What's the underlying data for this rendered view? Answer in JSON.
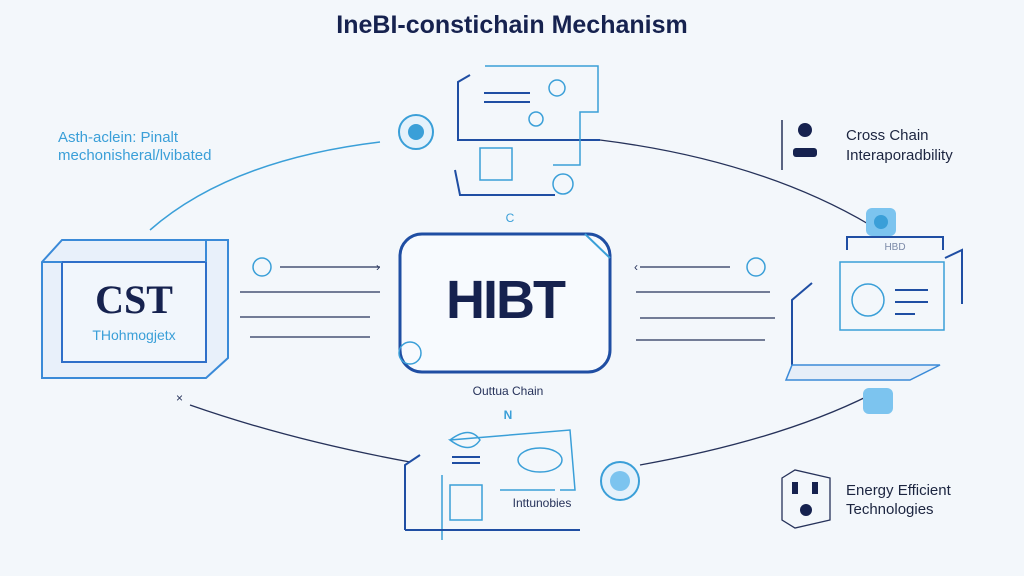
{
  "title": "IneBI-constichain Mechanism",
  "left_label": {
    "line1": "Asth-aclein: Pinalt",
    "line2": "mechonisheral/lvibated"
  },
  "left_box": {
    "logo": "CST",
    "caption": "THohmogjetx"
  },
  "center_box": {
    "logo": "HIBT",
    "caption": "Outtua Chain",
    "top_mark": "C"
  },
  "bottom_device": {
    "mark": "N",
    "caption": "Inttunobies"
  },
  "right_device": {
    "screen_text": "HBD"
  },
  "cross_chain": {
    "line1": "Cross Chain",
    "line2": "Interaporadbility"
  },
  "energy": {
    "line1": "Energy Efficient",
    "line2": "Technologies"
  },
  "colors": {
    "accent": "#3a9fd8",
    "dark": "#16224f",
    "frame": "#1f4ea3",
    "background": "#f3f7fb"
  }
}
